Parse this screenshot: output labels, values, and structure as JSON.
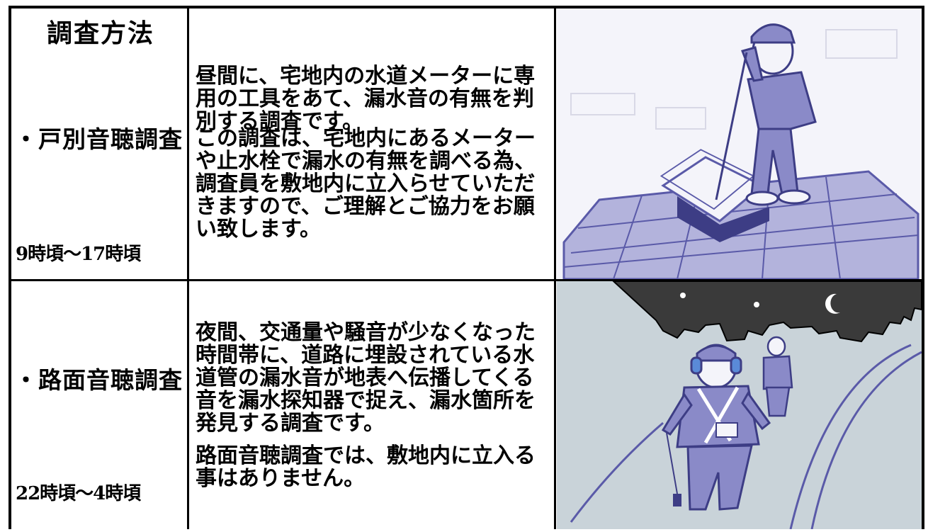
{
  "header": {
    "title": "調査方法"
  },
  "rows": [
    {
      "method": "・戸別音聴調査",
      "time": "9時頃～17時頃",
      "paragraphs": [
        "昼間に、宅地内の水道メーターに専用の工具をあて、漏水音の有無を判別する調査です。",
        "この調査は、宅地内にあるメーターや止水栓で漏水の有無を調べる為、調査員を敷地内に立入らせていただきますので、ご理解とご協力をお願い致します。"
      ],
      "illustration_icon": "worker-listening-at-meter-icon"
    },
    {
      "method": "・路面音聴調査",
      "time": "22時頃～4時頃",
      "paragraphs": [
        "夜間、交通量や騒音が少なくなった時間帯に、道路に埋設されている水道管の漏水音が地表へ伝播してくる音を漏水探知器で捉え、漏水箇所を発見する調査です。",
        "路面音聴調査では、敷地内に立入る事はありません。"
      ],
      "illustration_icon": "night-road-survey-workers-icon"
    }
  ],
  "colors": {
    "illustration_ink": "#5a5aa8",
    "illustration_fill": "#8a8ac8",
    "illustration_paper": "#f4f4fa",
    "night_paper": "#c9d3d9",
    "night_sky": "#3a3a3a",
    "border": "#000000"
  }
}
